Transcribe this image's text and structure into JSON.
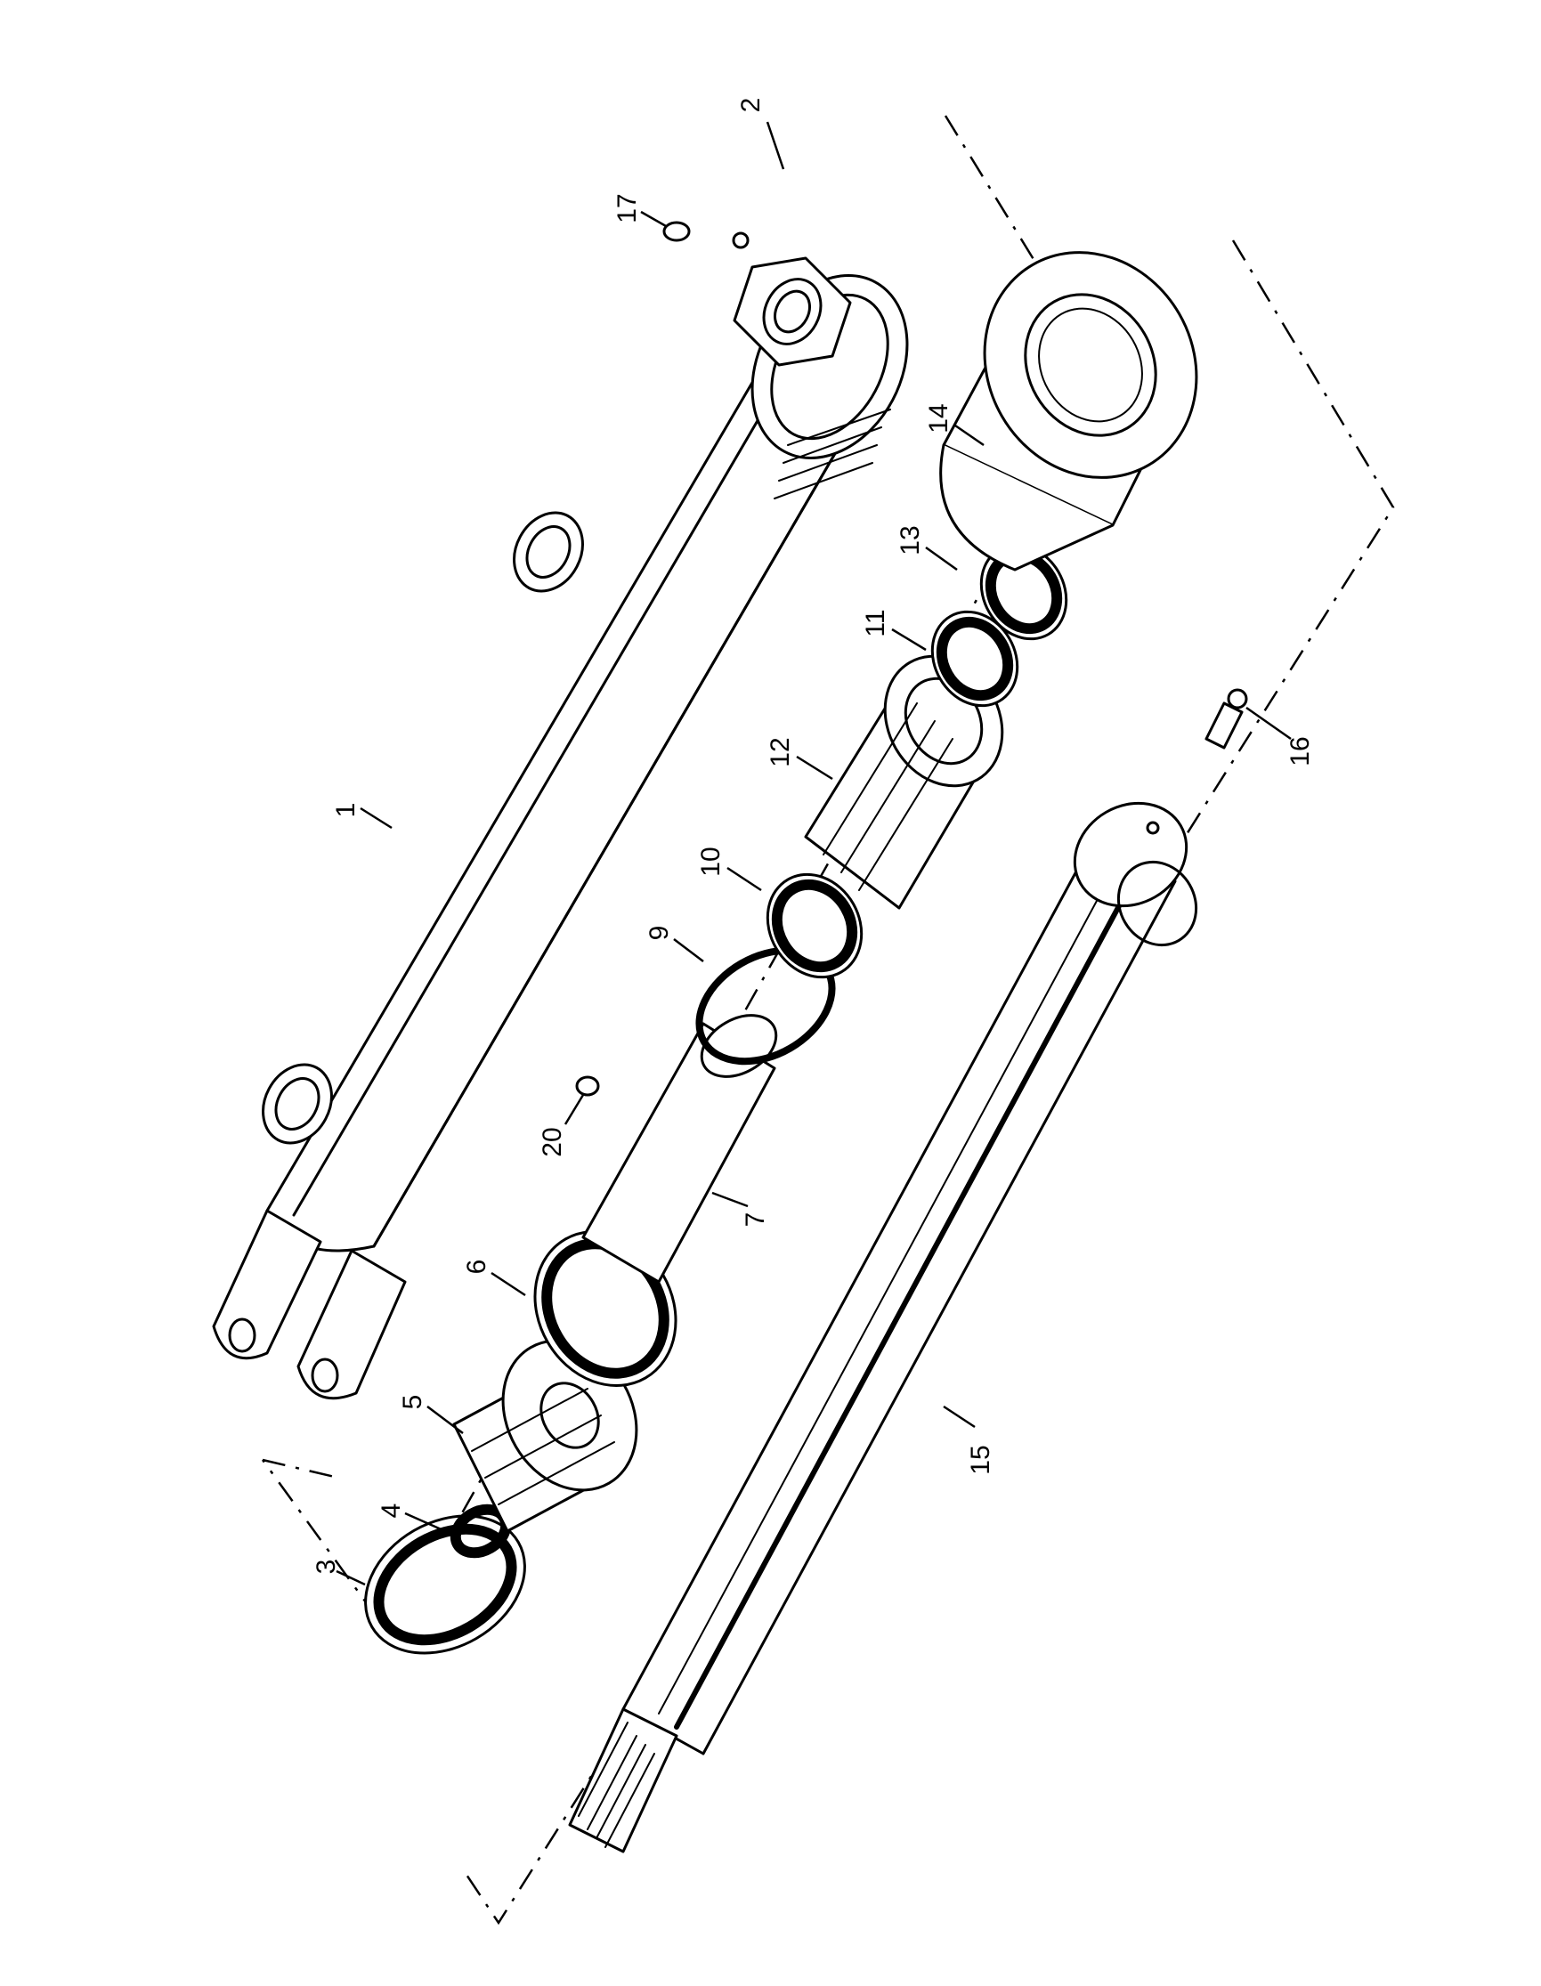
{
  "diagram": {
    "callouts": [
      {
        "id": "1",
        "text": "1"
      },
      {
        "id": "2",
        "text": "2"
      },
      {
        "id": "3",
        "text": "3"
      },
      {
        "id": "4",
        "text": "4"
      },
      {
        "id": "5",
        "text": "5"
      },
      {
        "id": "6",
        "text": "6"
      },
      {
        "id": "7",
        "text": "7"
      },
      {
        "id": "9",
        "text": "9"
      },
      {
        "id": "10",
        "text": "10"
      },
      {
        "id": "11",
        "text": "11"
      },
      {
        "id": "12",
        "text": "12"
      },
      {
        "id": "13",
        "text": "13"
      },
      {
        "id": "14",
        "text": "14"
      },
      {
        "id": "15",
        "text": "15"
      },
      {
        "id": "16",
        "text": "16"
      },
      {
        "id": "17",
        "text": "17"
      },
      {
        "id": "20",
        "text": "20"
      }
    ]
  }
}
